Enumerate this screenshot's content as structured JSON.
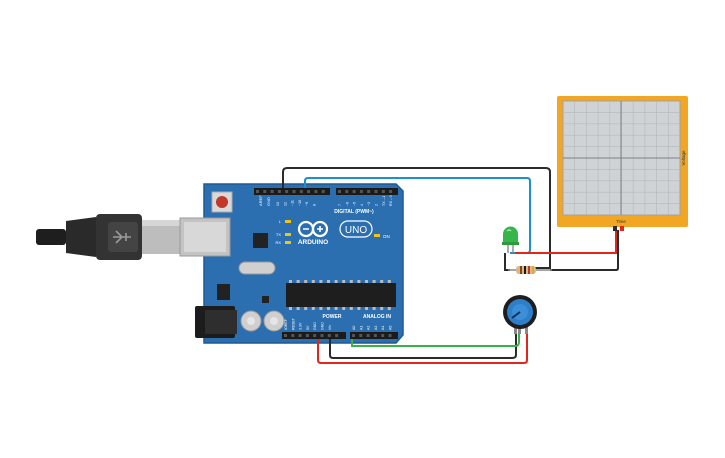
{
  "board": {
    "brand": "ARDUINO",
    "model": "UNO",
    "digital_label": "DIGITAL (PWM~)",
    "power_label": "POWER",
    "analog_label": "ANALOG IN",
    "on_label": "ON",
    "l_label": "L",
    "tx_label": "TX",
    "rx_label": "RX",
    "aref_label": "AREF",
    "gnd_label": "GND",
    "power_pins": [
      "IOREF",
      "RESET",
      "3.3V",
      "5V",
      "GND",
      "GND",
      "Vin"
    ],
    "analog_pins": [
      "A0",
      "A1",
      "A2",
      "A3",
      "A4",
      "A5"
    ],
    "digital_pins": [
      "13",
      "12",
      "~11",
      "~10",
      "~9",
      "8",
      "7",
      "~6",
      "~5",
      "4",
      "~3",
      "2",
      "TX→1",
      "RX←0"
    ]
  },
  "oscilloscope": {
    "y_label": "Voltage",
    "x_label": "Time"
  },
  "colors": {
    "board": "#2b6fb0",
    "board_dark": "#1f5a93",
    "scope_frame": "#f2a623",
    "scope_screen": "#cfd3d6",
    "wire_black": "#2b2b2b",
    "wire_blue": "#1c8fd1",
    "wire_red": "#e2261c",
    "wire_green": "#37b34a",
    "led_green": "#36b54a",
    "pot_blue": "#2e7fc9"
  },
  "icons": {
    "usb_cable": "usb-cable-icon",
    "led": "led-icon",
    "resistor": "resistor-icon",
    "potentiometer": "potentiometer-icon",
    "reset_button": "reset-button-icon"
  }
}
